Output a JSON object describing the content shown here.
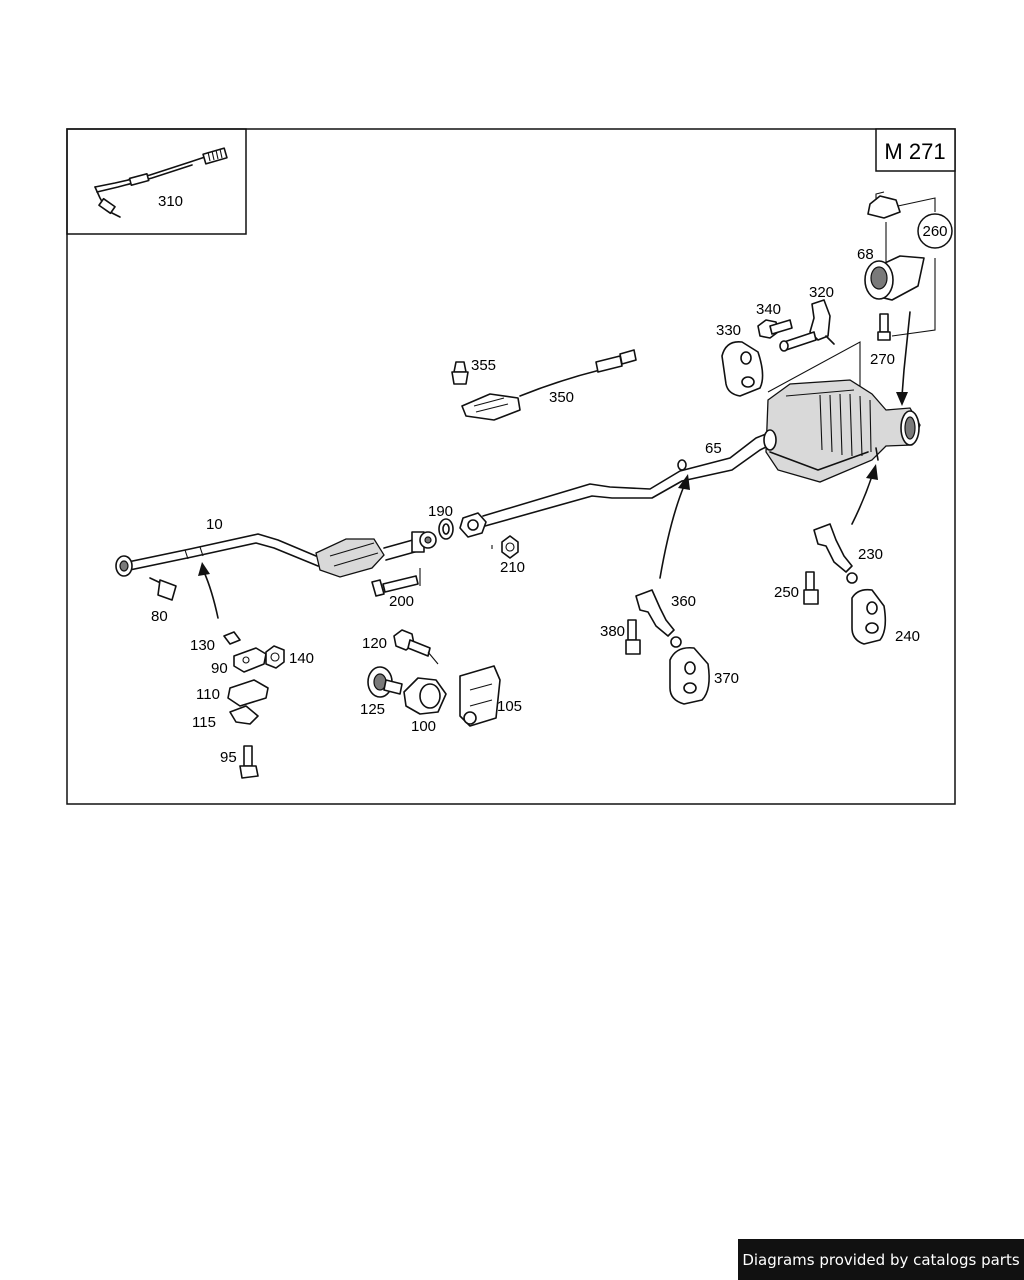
{
  "diagram": {
    "engine_code": "M 271",
    "part_labels": {
      "p310": "310",
      "p355": "355",
      "p350": "350",
      "p340": "340",
      "p320": "320",
      "p330": "330",
      "p68": "68",
      "p260": "260",
      "p270": "270",
      "p65": "65",
      "p10": "10",
      "p190": "190",
      "p210": "210",
      "p200": "200",
      "p80": "80",
      "p230": "230",
      "p250": "250",
      "p240": "240",
      "p360": "360",
      "p380": "380",
      "p370": "370",
      "p130": "130",
      "p90": "90",
      "p140": "140",
      "p110": "110",
      "p115": "115",
      "p95": "95",
      "p120": "120",
      "p125": "125",
      "p100": "100",
      "p105": "105"
    }
  },
  "footer": {
    "credit": "Diagrams provided by catalogs parts"
  }
}
